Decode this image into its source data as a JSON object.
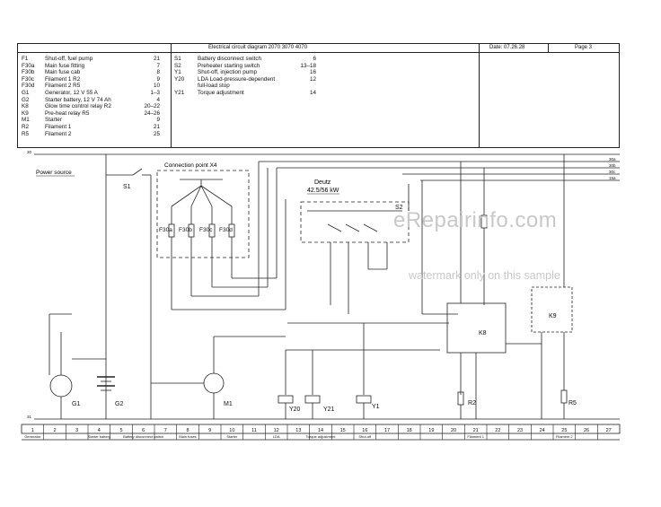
{
  "header": {
    "title": "Electrical circuit diagram 2070 3070 4070",
    "date": "Date: 07.26.28",
    "page": "Page 3"
  },
  "legend_left": [
    {
      "code": "F1",
      "desc": "Shut-off, fuel pump",
      "ref": "21"
    },
    {
      "code": "F30a",
      "desc": "Main fuse fitting",
      "ref": "7"
    },
    {
      "code": "F30b",
      "desc": "Main fuse cab",
      "ref": "8"
    },
    {
      "code": "F30c",
      "desc": "Filament 1 R2",
      "ref": "9"
    },
    {
      "code": "F30d",
      "desc": "Filament 2 R5",
      "ref": "10"
    },
    {
      "code": "G1",
      "desc": "Generator, 12 V 55 A",
      "ref": "1–3"
    },
    {
      "code": "G2",
      "desc": "Starter battery, 12 V 74 Ah",
      "ref": "4"
    },
    {
      "code": "K8",
      "desc": "Glow time control relay R2",
      "ref": "20–22"
    },
    {
      "code": "K9",
      "desc": "Pre-heat relay R5",
      "ref": "24–26"
    },
    {
      "code": "M1",
      "desc": "Starter",
      "ref": "9"
    },
    {
      "code": "R2",
      "desc": "Filament 1",
      "ref": "21"
    },
    {
      "code": "R5",
      "desc": "Filament 2",
      "ref": "25"
    }
  ],
  "legend_mid": [
    {
      "code": "S1",
      "desc": "Battery disconnect switch",
      "ref": "6"
    },
    {
      "code": "S2",
      "desc": "Preheater starting switch",
      "ref": "13–18"
    },
    {
      "code": "Y1",
      "desc": "Shut-off, injection pump",
      "ref": "16"
    },
    {
      "code": "Y20",
      "desc": "LDA Load-pressure-dependent",
      "ref": "12"
    },
    {
      "code": "",
      "desc": "full-load stop",
      "ref": ""
    },
    {
      "code": "Y21",
      "desc": "Torque adjustment",
      "ref": "14"
    }
  ],
  "diagram": {
    "section_title": "Power source",
    "connection_point": "Connection point X4",
    "engine_name": "Deutz",
    "engine_power": "42.5/56 kW",
    "fuses": [
      "F30a",
      "F30b",
      "F30c",
      "F30d"
    ],
    "component_labels": [
      "S1",
      "S2",
      "G1",
      "G2",
      "M1",
      "Y20",
      "Y21",
      "Y1",
      "R2",
      "R5",
      "K8",
      "K9"
    ],
    "rail_labels": [
      "30a",
      "30b",
      "30c",
      "15a"
    ],
    "rail_numbers": [
      "30",
      "31"
    ],
    "column_numbers": [
      "1",
      "2",
      "3",
      "4",
      "5",
      "6",
      "7",
      "8",
      "9",
      "10",
      "11",
      "12",
      "13",
      "14",
      "15",
      "16",
      "17",
      "18",
      "19",
      "20",
      "21",
      "22",
      "23",
      "24",
      "25",
      "26",
      "27"
    ],
    "footer_labels": [
      {
        "text": "Generator",
        "col": 1
      },
      {
        "text": "Starter battery",
        "col": 4
      },
      {
        "text": "Battery disconnect switch",
        "col": 6
      },
      {
        "text": "Main fuses",
        "col": 8
      },
      {
        "text": "Starter",
        "col": 10
      },
      {
        "text": "LDA",
        "col": 12
      },
      {
        "text": "Torque adjustment",
        "col": 14
      },
      {
        "text": "Shut-off",
        "col": 16
      },
      {
        "text": "Filament 1",
        "col": 21
      },
      {
        "text": "Filament 2",
        "col": 25
      }
    ]
  },
  "watermark": {
    "line1": "eRepairinfo.com",
    "line2": "watermark only on this sample"
  }
}
